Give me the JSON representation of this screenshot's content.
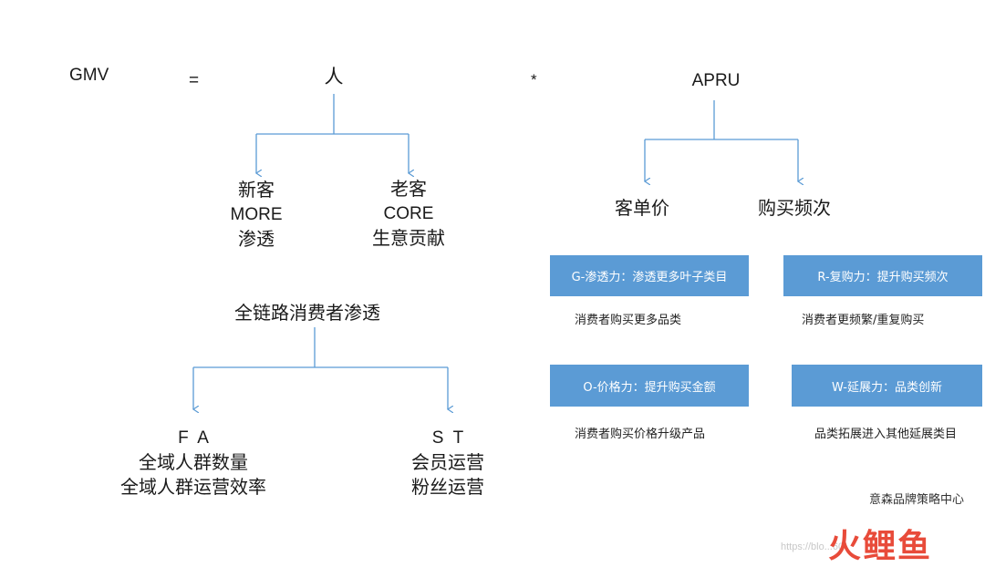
{
  "equation": {
    "lhs": "GMV",
    "equals": "=",
    "people": "人",
    "times": "*",
    "arpu": "APRU"
  },
  "people_branch": {
    "new": [
      "新客",
      "MORE",
      "渗透"
    ],
    "old": [
      "老客",
      "CORE",
      "生意贡献"
    ]
  },
  "channel": {
    "title": "全链路消费者渗透",
    "fa": [
      "F  A",
      "全域人群数量",
      "全域人群运营效率"
    ],
    "st": [
      "S  T",
      "会员运营",
      "粉丝运营"
    ]
  },
  "arpu_branch": {
    "unit_price": "客单价",
    "frequency": "购买频次"
  },
  "boxes": [
    {
      "label": "G-渗透力：渗透更多叶子类目",
      "note": "消费者购买更多品类"
    },
    {
      "label": "R-复购力：提升购买频次",
      "note": "消费者更频繁/重复购买"
    },
    {
      "label": "O-价格力：提升购买金额",
      "note": "消费者购买价格升级产品"
    },
    {
      "label": "W-延展力：品类创新",
      "note": "品类拓展进入其他延展类目"
    }
  ],
  "footer": "意森品牌策略中心",
  "watermark": {
    "url": "https://blo...60",
    "logo": "火鲤鱼"
  },
  "colors": {
    "line": "#5b9bd5",
    "box": "#5b9bd5"
  }
}
